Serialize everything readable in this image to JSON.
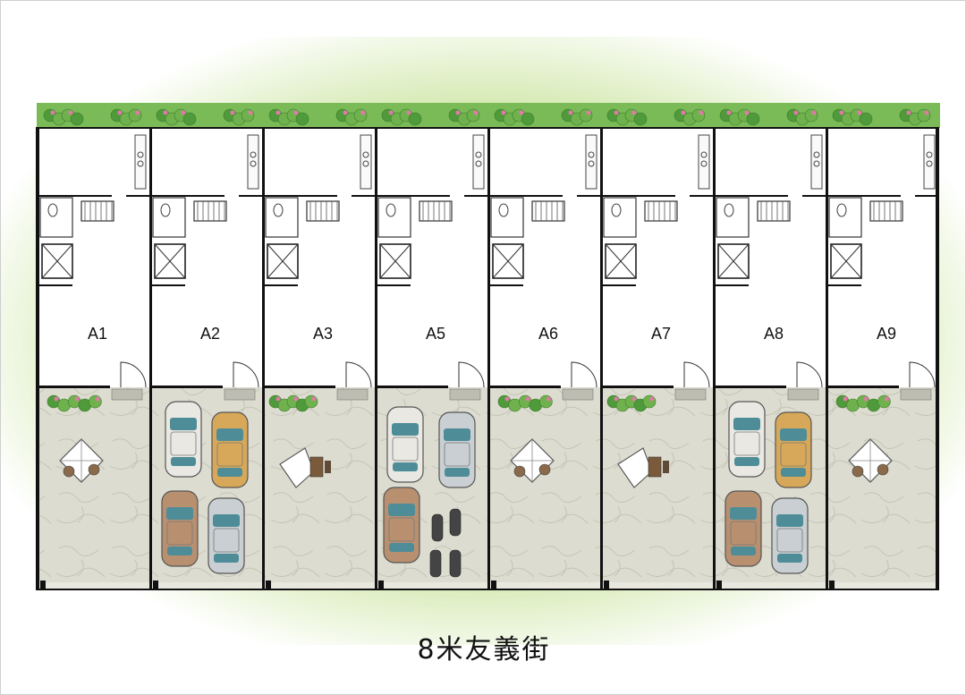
{
  "plan": {
    "units": [
      {
        "label": "A1",
        "yard": "patio-umbrella"
      },
      {
        "label": "A2",
        "yard": "parking-4"
      },
      {
        "label": "A3",
        "yard": "patio-table"
      },
      {
        "label": "A5",
        "yard": "parking-motor"
      },
      {
        "label": "A6",
        "yard": "patio-umbrella"
      },
      {
        "label": "A7",
        "yard": "patio-table"
      },
      {
        "label": "A8",
        "yard": "parking-4"
      },
      {
        "label": "A9",
        "yard": "patio-umbrella"
      }
    ],
    "street_label": "8米友義街"
  },
  "colors": {
    "lawn": "#cfe6a4",
    "hedge": "#6fb24d",
    "paving": "#dcdcd0",
    "wall": "#111111",
    "car_body": [
      "#e9e8e2",
      "#d8a85a",
      "#b89070",
      "#c9cfd2"
    ],
    "car_glass": "#4e8d98"
  }
}
